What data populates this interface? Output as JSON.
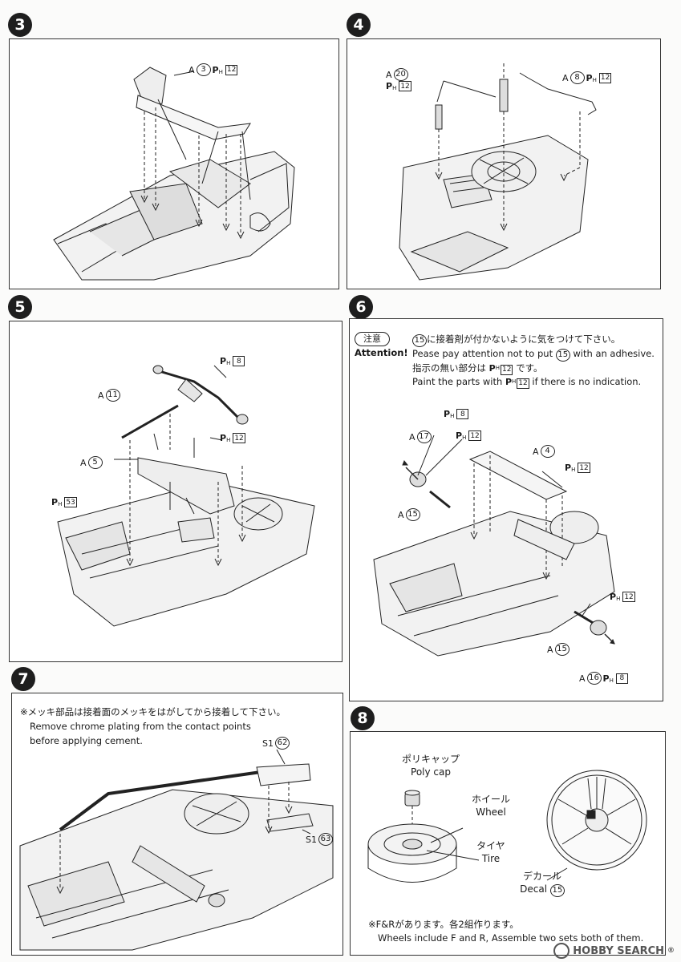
{
  "steps": [
    {
      "num": "3"
    },
    {
      "num": "4"
    },
    {
      "num": "5"
    },
    {
      "num": "6"
    },
    {
      "num": "7"
    },
    {
      "num": "8"
    }
  ],
  "step3": {
    "callout": {
      "letter": "A",
      "part": "3",
      "ph": "P",
      "ph_sub": "H",
      "ph_num": "12"
    }
  },
  "step4": {
    "callout1": {
      "letter": "A",
      "part": "20",
      "ph": "P",
      "ph_sub": "H",
      "ph_num": "12"
    },
    "callout2": {
      "letter": "A",
      "part": "8",
      "ph": "P",
      "ph_sub": "H",
      "ph_num": "12"
    }
  },
  "step5": {
    "ph8": {
      "ph": "P",
      "ph_sub": "H",
      "ph_num": "8"
    },
    "a11": {
      "letter": "A",
      "part": "11"
    },
    "ph12": {
      "ph": "P",
      "ph_sub": "H",
      "ph_num": "12"
    },
    "a5": {
      "letter": "A",
      "part": "5"
    },
    "ph53": {
      "ph": "P",
      "ph_sub": "H",
      "ph_num": "53"
    }
  },
  "step6": {
    "attention_jp": "注意",
    "attention_en": "Attention!",
    "line1_part": "15",
    "line1_jp": "に接着剤が付かないように気をつけて下さい。",
    "line2_pre": "Pease pay attention not to put",
    "line2_part": "15",
    "line2_post": "with an adhesive.",
    "line3_pre": "指示の無い部分は",
    "line3_ph": "P",
    "line3_ph_sub": "H",
    "line3_ph_num": "12",
    "line3_post": "です。",
    "line4_pre": "Paint the parts with",
    "line4_ph": "P",
    "line4_ph_sub": "H",
    "line4_ph_num": "12",
    "line4_post": "if there is no indication.",
    "ph8": {
      "ph": "P",
      "ph_sub": "H",
      "ph_num": "8"
    },
    "a17": {
      "letter": "A",
      "part": "17"
    },
    "ph12a": {
      "ph": "P",
      "ph_sub": "H",
      "ph_num": "12"
    },
    "a4": {
      "letter": "A",
      "part": "4"
    },
    "ph12b": {
      "ph": "P",
      "ph_sub": "H",
      "ph_num": "12"
    },
    "a15a": {
      "letter": "A",
      "part": "15"
    },
    "ph12c": {
      "ph": "P",
      "ph_sub": "H",
      "ph_num": "12"
    },
    "a15b": {
      "letter": "A",
      "part": "15"
    },
    "a16": {
      "letter": "A",
      "part": "16",
      "ph": "P",
      "ph_sub": "H",
      "ph_num": "8"
    }
  },
  "step7": {
    "note_jp": "※メッキ部品は接着面のメッキをはがしてから接着して下さい。",
    "note_en1": "Remove chrome plating from the contact points",
    "note_en2": "before applying cement.",
    "s162": {
      "letter": "S1",
      "part": "62"
    },
    "s163": {
      "letter": "S1",
      "part": "63"
    }
  },
  "step8": {
    "polycap_jp": "ポリキャップ",
    "polycap_en": "Poly cap",
    "wheel_jp": "ホイール",
    "wheel_en": "Wheel",
    "tire_jp": "タイヤ",
    "tire_en": "Tire",
    "decal_jp": "デカール",
    "decal_en": "Decal",
    "decal_part": "15",
    "footer_jp": "※F&Rがあります。各2組作ります。",
    "footer_en": "Wheels include F and R, Assemble two sets both of them."
  },
  "watermark": {
    "brand": "HOBBY SEARCH",
    "reg": "®"
  }
}
